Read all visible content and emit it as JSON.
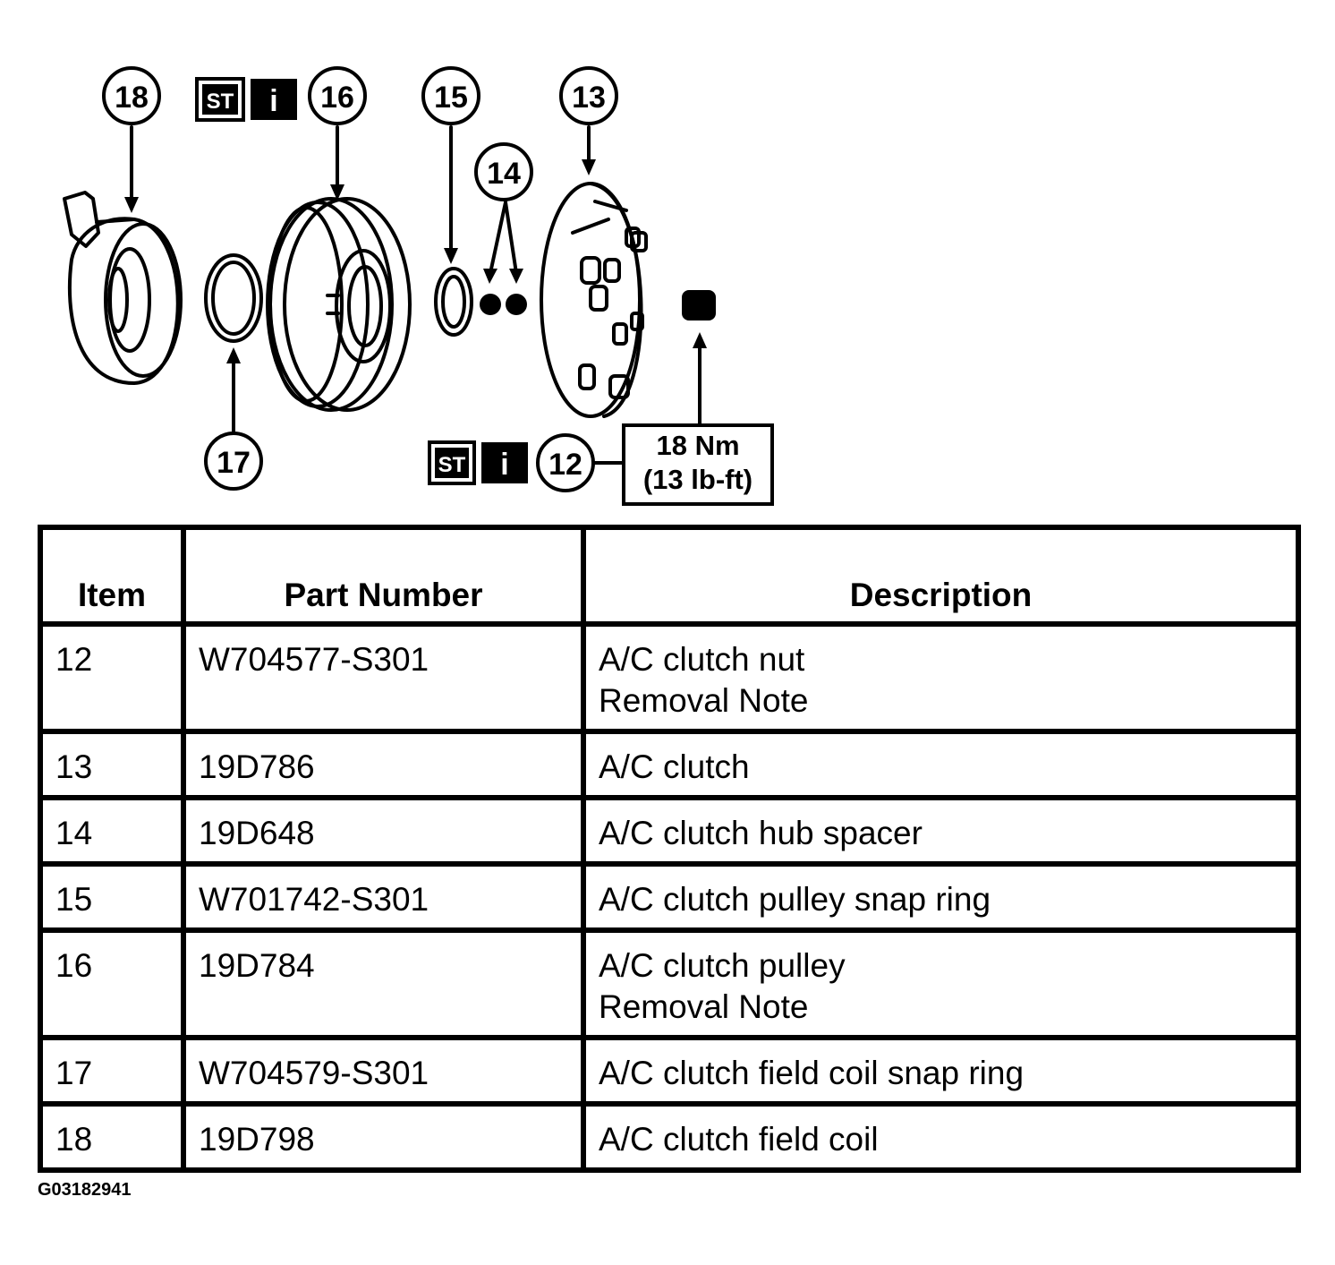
{
  "diagram": {
    "callouts": [
      {
        "id": "18",
        "label": "18"
      },
      {
        "id": "16",
        "label": "16"
      },
      {
        "id": "15",
        "label": "15"
      },
      {
        "id": "14",
        "label": "14"
      },
      {
        "id": "13",
        "label": "13"
      },
      {
        "id": "17",
        "label": "17"
      },
      {
        "id": "12",
        "label": "12"
      }
    ],
    "badges": {
      "special_tool": "ST",
      "info": "i"
    },
    "torque": {
      "line1": "18 Nm",
      "line2": "(13 lb-ft)"
    }
  },
  "table": {
    "headers": {
      "item": "Item",
      "part_number": "Part Number",
      "description": "Description"
    },
    "rows": [
      {
        "item": "12",
        "part_number": "W704577-S301",
        "description": [
          "A/C clutch nut",
          "Removal Note"
        ]
      },
      {
        "item": "13",
        "part_number": "19D786",
        "description": [
          "A/C clutch"
        ]
      },
      {
        "item": "14",
        "part_number": "19D648",
        "description": [
          "A/C clutch hub spacer"
        ]
      },
      {
        "item": "15",
        "part_number": "W701742-S301",
        "description": [
          "A/C clutch pulley snap ring"
        ]
      },
      {
        "item": "16",
        "part_number": "19D784",
        "description": [
          "A/C clutch pulley",
          "Removal Note"
        ]
      },
      {
        "item": "17",
        "part_number": "W704579-S301",
        "description": [
          "A/C clutch field coil snap ring"
        ]
      },
      {
        "item": "18",
        "part_number": "19D798",
        "description": [
          "A/C clutch field coil"
        ]
      }
    ]
  },
  "figure_code": "G03182941"
}
